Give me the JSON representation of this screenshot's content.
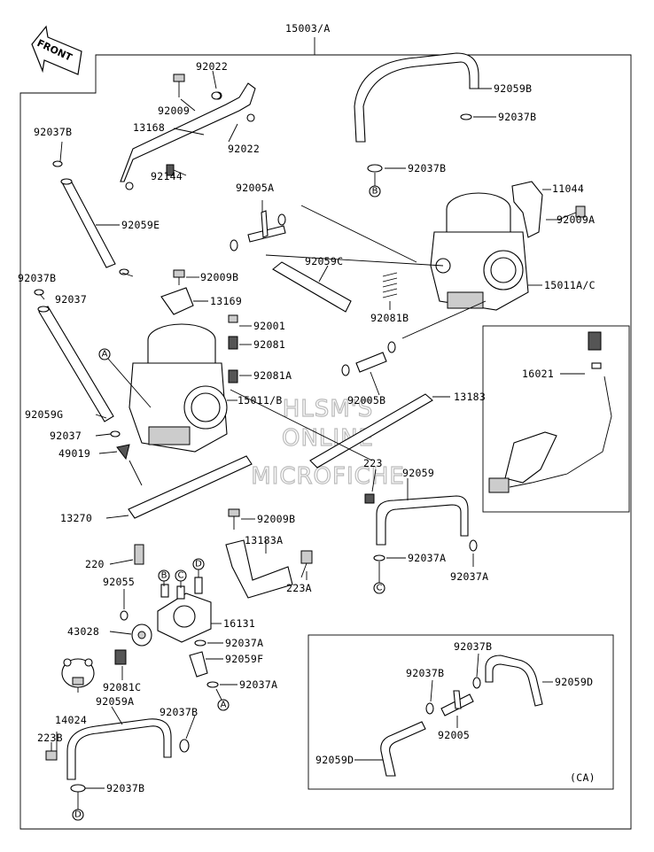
{
  "assembly_label": "15003/A",
  "front_label": "FRONT",
  "variant_label": "(CA)",
  "watermark": [
    "HLSM'S",
    "ONLINE",
    "MICROFICHE"
  ],
  "callouts": [
    "A",
    "B",
    "C",
    "D"
  ],
  "parts": [
    "92022",
    "92009",
    "13168",
    "92022",
    "92144",
    "92037B",
    "92059E",
    "92059B",
    "92037B",
    "92037B",
    "11044",
    "92009A",
    "92005A",
    "92059C",
    "92081B",
    "15011A/C",
    "92009B",
    "92037B",
    "92037",
    "13169",
    "92001",
    "92081",
    "92081A",
    "16021",
    "15011/B",
    "92005B",
    "13183",
    "92059G",
    "92037",
    "49019",
    "223",
    "92059",
    "13270",
    "92009B",
    "13183A",
    "220",
    "223A",
    "92037A",
    "92037A",
    "92055",
    "16131",
    "43028",
    "92037A",
    "92059F",
    "92037B",
    "92081C",
    "92037A",
    "92059A",
    "92059D",
    "92037B",
    "14024",
    "223B",
    "92037B",
    "92005",
    "92059D",
    "92037B"
  ]
}
